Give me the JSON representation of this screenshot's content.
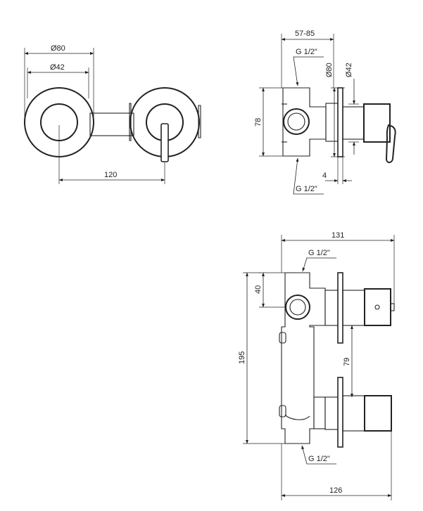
{
  "dimensions": {
    "front_outer_diameter": "Ø80",
    "front_inner_diameter": "Ø42",
    "front_center_distance": "120",
    "side_depth_range": "57-85",
    "side_thread_top": "G 1/2\"",
    "side_outer_diameter": "Ø80",
    "side_inner_diameter": "Ø42",
    "side_height": "78",
    "side_plate_thickness": "4",
    "side_thread_bottom": "G 1/2\"",
    "body_total_depth": "131",
    "body_thread_top": "G 1/2\"",
    "body_top_offset": "40",
    "body_total_height": "195",
    "body_handle_spacing": "79",
    "body_thread_bottom": "G 1/2\"",
    "body_base_depth": "126"
  }
}
